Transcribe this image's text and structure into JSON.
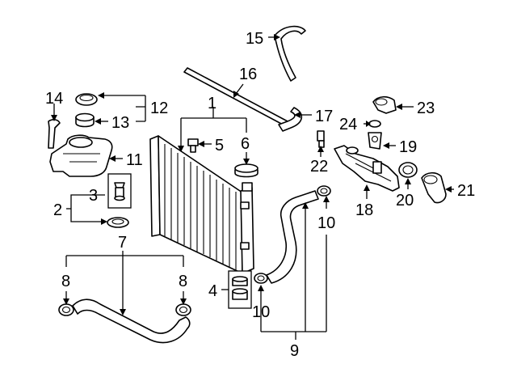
{
  "diagram": {
    "background": "#ffffff",
    "line_color": "#000000",
    "callouts": {
      "c1": "1",
      "c2": "2",
      "c3": "3",
      "c4": "4",
      "c5": "5",
      "c6": "6",
      "c7": "7",
      "c8a": "8",
      "c8b": "8",
      "c9": "9",
      "c10a": "10",
      "c10b": "10",
      "c11": "11",
      "c12": "12",
      "c13": "13",
      "c14": "14",
      "c15": "15",
      "c16": "16",
      "c17": "17",
      "c18": "18",
      "c19": "19",
      "c20": "20",
      "c21": "21",
      "c22": "22",
      "c23": "23",
      "c24": "24"
    }
  }
}
